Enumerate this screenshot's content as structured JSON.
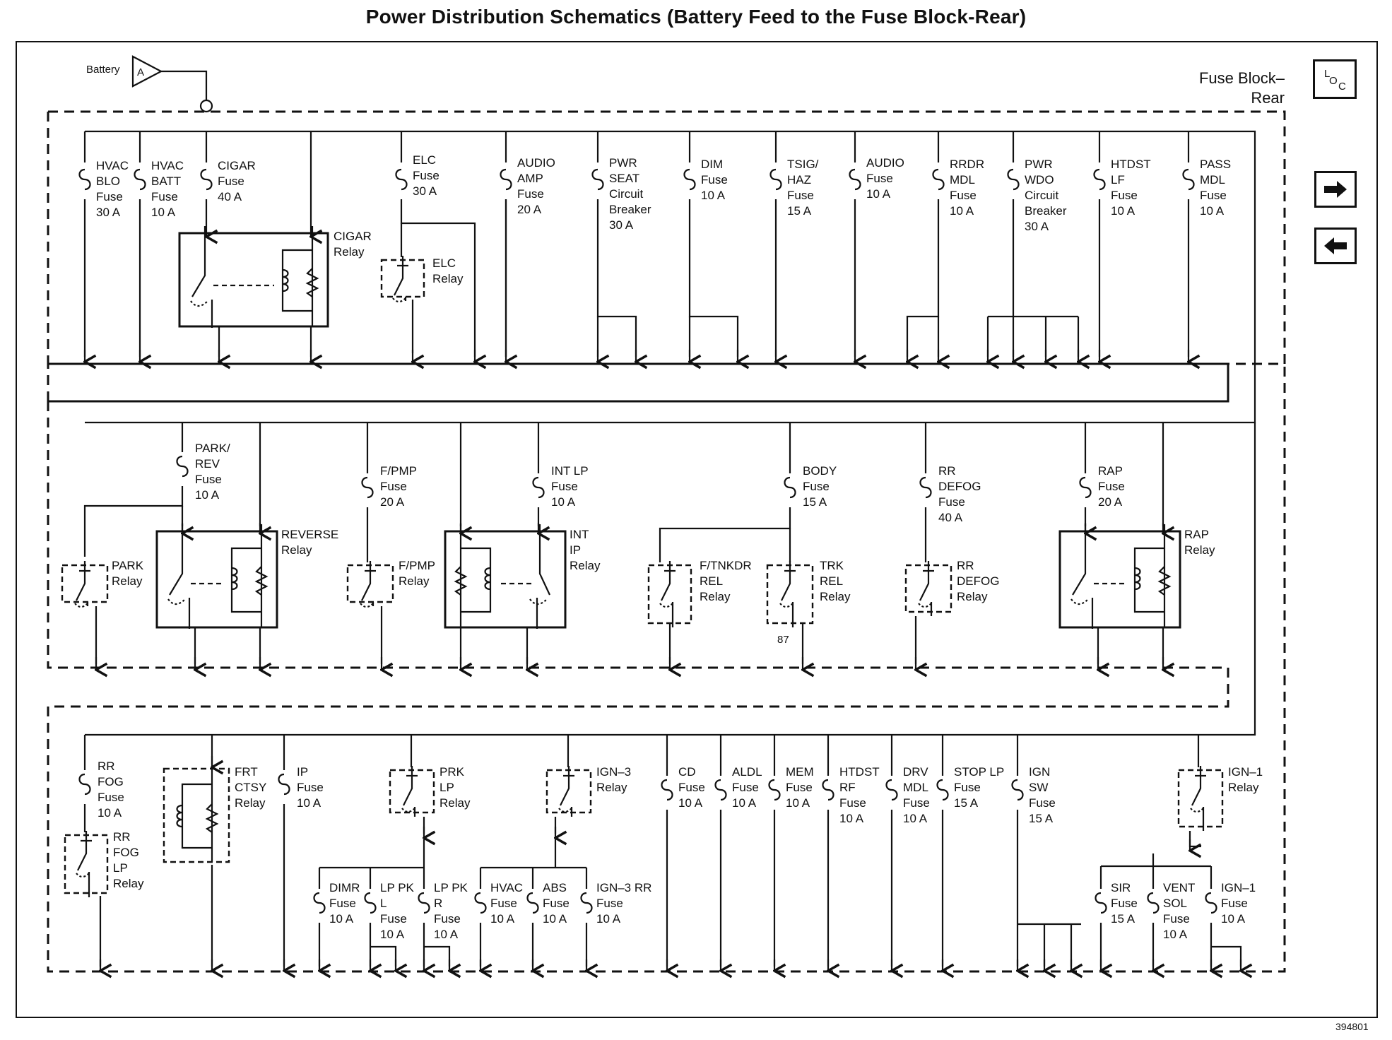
{
  "title": "Power Distribution Schematics (Battery Feed to the Fuse Block-Rear)",
  "figure_id": "394801",
  "battery": {
    "label": "Battery",
    "connector": "A"
  },
  "fuse_block": {
    "line1": "Fuse Block–",
    "line2": "Rear"
  },
  "nav": {
    "forward_icon": "right-arrow-icon",
    "back_icon": "left-arrow-icon",
    "loc_icon": "loc-icon",
    "loc_L": "L",
    "loc_O": "O",
    "loc_C": "C"
  },
  "row1_fuses": [
    {
      "label": [
        "HVAC",
        "BLO",
        "Fuse",
        "30 A"
      ]
    },
    {
      "label": [
        "HVAC",
        "BATT",
        "Fuse",
        "10 A"
      ]
    },
    {
      "label": [
        "CIGAR",
        "Fuse",
        "40 A"
      ]
    },
    {
      "label": [
        "ELC",
        "Fuse",
        "30 A"
      ]
    },
    {
      "label": [
        "AUDIO",
        "AMP",
        "Fuse",
        "20 A"
      ]
    },
    {
      "label": [
        "PWR",
        "SEAT",
        "Circuit",
        "Breaker",
        "30 A"
      ]
    },
    {
      "label": [
        "DIM",
        "Fuse",
        "10 A"
      ]
    },
    {
      "label": [
        "TSIG/",
        "HAZ",
        "Fuse",
        "15 A"
      ]
    },
    {
      "label": [
        "AUDIO",
        "Fuse",
        "10 A"
      ]
    },
    {
      "label": [
        "RRDR",
        "MDL",
        "Fuse",
        "10 A"
      ]
    },
    {
      "label": [
        "PWR",
        "WDO",
        "Circuit",
        "Breaker",
        "30 A"
      ]
    },
    {
      "label": [
        "HTDST",
        "LF",
        "Fuse",
        "10 A"
      ]
    },
    {
      "label": [
        "PASS",
        "MDL",
        "Fuse",
        "10 A"
      ]
    }
  ],
  "row1_relays": [
    {
      "label": [
        "CIGAR",
        "Relay"
      ]
    },
    {
      "label": [
        "ELC",
        "Relay"
      ]
    }
  ],
  "row2_fuses": [
    {
      "label": [
        "PARK/",
        "REV",
        "Fuse",
        "10 A"
      ]
    },
    {
      "label": [
        "F/PMP",
        "Fuse",
        "20 A"
      ]
    },
    {
      "label": [
        "INT LP",
        "Fuse",
        "10 A"
      ]
    },
    {
      "label": [
        "BODY",
        "Fuse",
        "15 A"
      ]
    },
    {
      "label": [
        "RR",
        "DEFOG",
        "Fuse",
        "40 A"
      ]
    },
    {
      "label": [
        "RAP",
        "Fuse",
        "20 A"
      ]
    }
  ],
  "row2_relays": [
    {
      "label": [
        "PARK",
        "Relay"
      ]
    },
    {
      "label": [
        "REVERSE",
        "Relay"
      ]
    },
    {
      "label": [
        "F/PMP",
        "Relay"
      ]
    },
    {
      "label": [
        "INT",
        "IP",
        "Relay"
      ]
    },
    {
      "label": [
        "F/TNKDR",
        "REL",
        "Relay"
      ]
    },
    {
      "label": [
        "TRK",
        "REL",
        "Relay"
      ]
    },
    {
      "label": [
        "RR",
        "DEFOG",
        "Relay"
      ]
    },
    {
      "label": [
        "RAP",
        "Relay"
      ]
    }
  ],
  "trk_pin": "87",
  "row3_fuses": [
    {
      "label": [
        "RR",
        "FOG",
        "Fuse",
        "10 A"
      ]
    },
    {
      "label": [
        "IP",
        "Fuse",
        "10 A"
      ]
    },
    {
      "label": [
        "CD",
        "Fuse",
        "10 A"
      ]
    },
    {
      "label": [
        "ALDL",
        "Fuse",
        "10 A"
      ]
    },
    {
      "label": [
        "MEM",
        "Fuse",
        "10 A"
      ]
    },
    {
      "label": [
        "HTDST",
        "RF",
        "Fuse",
        "10 A"
      ]
    },
    {
      "label": [
        "DRV",
        "MDL",
        "Fuse",
        "10 A"
      ]
    },
    {
      "label": [
        "STOP LP",
        "Fuse",
        "15 A"
      ]
    },
    {
      "label": [
        "IGN",
        "SW",
        "Fuse",
        "15 A"
      ]
    }
  ],
  "row3_relays": [
    {
      "label": [
        "RR",
        "FOG",
        "LP",
        "Relay"
      ]
    },
    {
      "label": [
        "FRT",
        "CTSY",
        "Relay"
      ]
    },
    {
      "label": [
        "PRK",
        "LP",
        "Relay"
      ]
    },
    {
      "label": [
        "IGN–3",
        "Relay"
      ]
    },
    {
      "label": [
        "IGN–1",
        "Relay"
      ]
    }
  ],
  "row3_subfuses": [
    {
      "label": [
        "DIMR",
        "Fuse",
        "10 A"
      ]
    },
    {
      "label": [
        "LP PK",
        "L",
        "Fuse",
        "10 A"
      ]
    },
    {
      "label": [
        "LP PK",
        "R",
        "Fuse",
        "10 A"
      ]
    },
    {
      "label": [
        "HVAC",
        "Fuse",
        "10 A"
      ]
    },
    {
      "label": [
        "ABS",
        "Fuse",
        "10 A"
      ]
    },
    {
      "label": [
        "IGN–3 RR",
        "Fuse",
        "10 A"
      ]
    },
    {
      "label": [
        "SIR",
        "Fuse",
        "15 A"
      ]
    },
    {
      "label": [
        "VENT",
        "SOL",
        "Fuse",
        "10 A"
      ]
    },
    {
      "label": [
        "IGN–1",
        "Fuse",
        "10 A"
      ]
    }
  ]
}
